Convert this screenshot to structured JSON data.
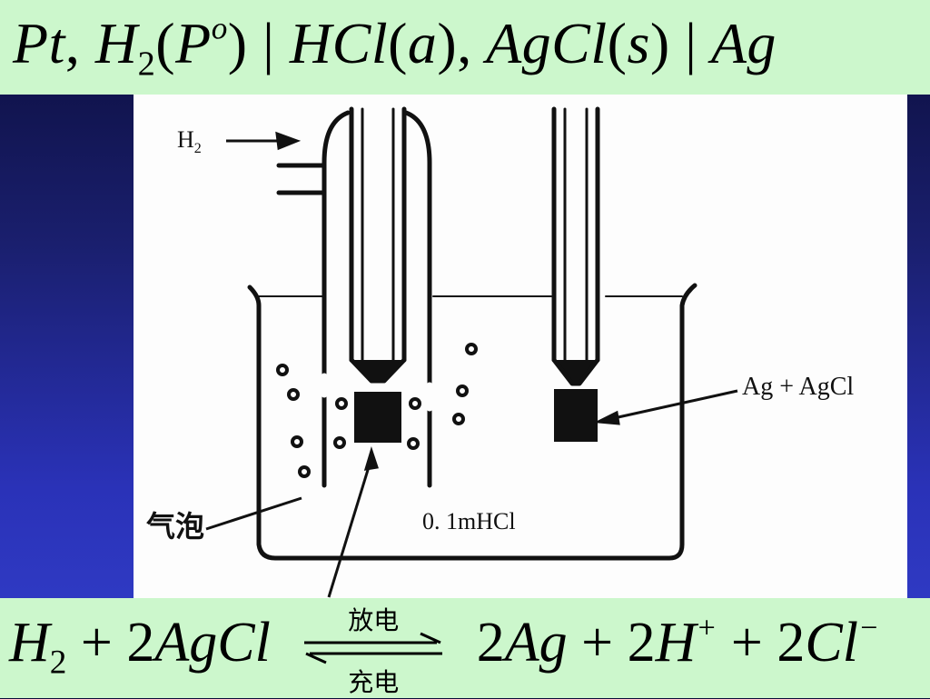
{
  "top_equation": {
    "pt": "Pt",
    "comma1": ",",
    "h": "H",
    "h_sub": "2",
    "p_open": "(",
    "p": "P",
    "p_sup": "o",
    "p_close": ")",
    "bar1": "|",
    "hcl": "HCl",
    "a_open": "(",
    "a": "a",
    "a_close": ")",
    "comma2": ",",
    "agcl": "AgCl",
    "s_open": "(",
    "s": "s",
    "s_close": ")",
    "bar2": "|",
    "ag": "Ag"
  },
  "diagram": {
    "h2_label": "H",
    "h2_sub": "2",
    "electrode_label": "Ag + AgCl",
    "solution_label": "0. 1mHCl",
    "bubbles_label": "气泡"
  },
  "bottom_equation": {
    "h": "H",
    "h_sub": "2",
    "plus1": " + ",
    "coef1": "2",
    "agcl": "AgCl",
    "discharge_label": "放电",
    "charge_label": "充电",
    "coef2": "2",
    "ag": "Ag",
    "plus2": " + ",
    "coef3": "2",
    "h2": "H",
    "h_plus": "+",
    "plus3": " + ",
    "coef4": "2",
    "cl": "Cl",
    "cl_minus": "−"
  },
  "colors": {
    "equation_bar": "#ccf7cc",
    "background_top": "#0b0d3a",
    "background_bottom": "#3340cc"
  }
}
